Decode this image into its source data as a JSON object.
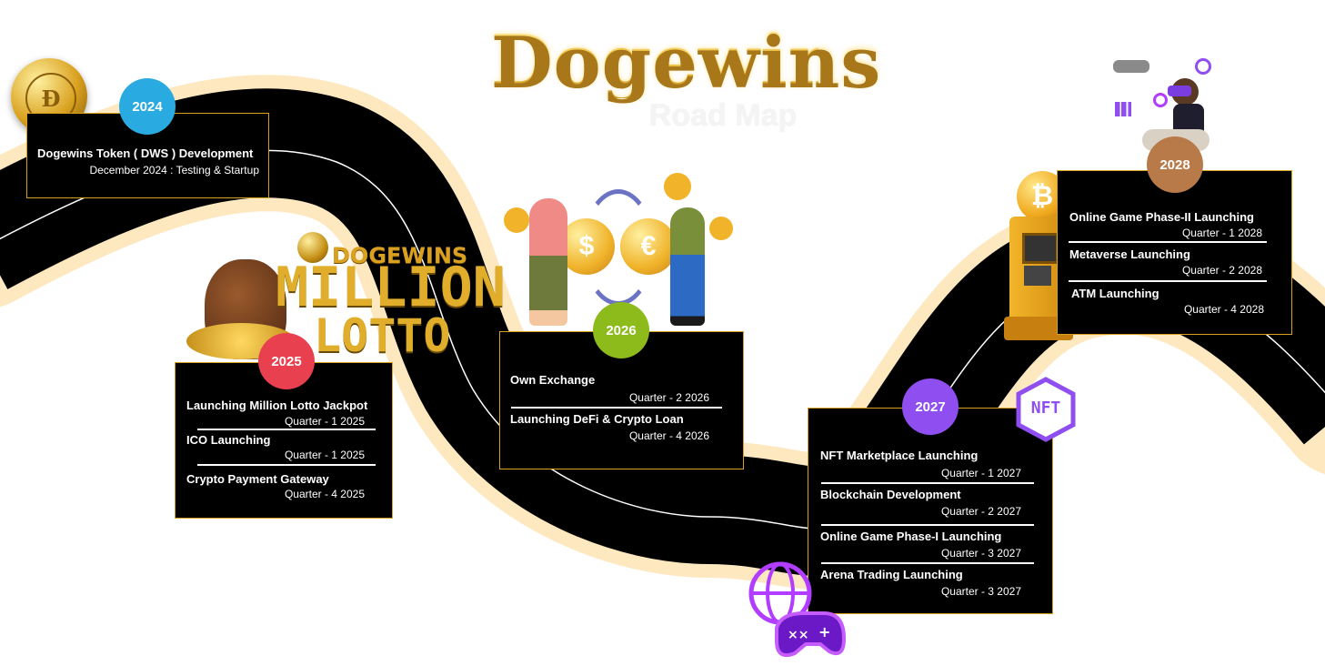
{
  "brand": {
    "title": "Dogewins",
    "subtitle": "Road Map"
  },
  "lotto_logo": {
    "top": "DOGEWINS",
    "line1": "MILLION",
    "line2": "LOTTO"
  },
  "nft_badge": "NFT",
  "currency": {
    "left": "$",
    "right": "€"
  },
  "milestones": [
    {
      "year": "2024",
      "color": "#29abe2",
      "items": [
        {
          "title": "Dogewins Token ( DWS ) Development",
          "sub": "December 2024 : Testing & Startup"
        }
      ]
    },
    {
      "year": "2025",
      "color": "#e8404f",
      "items": [
        {
          "title": "Launching Million Lotto Jackpot",
          "sub": "Quarter - 1 2025"
        },
        {
          "title": "ICO Launching",
          "sub": "Quarter - 1 2025"
        },
        {
          "title": "Crypto Payment Gateway",
          "sub": "Quarter - 4 2025"
        }
      ]
    },
    {
      "year": "2026",
      "color": "#8dbb1c",
      "items": [
        {
          "title": "Own Exchange",
          "sub": "Quarter - 2 2026"
        },
        {
          "title": "Launching DeFi & Crypto Loan",
          "sub": "Quarter - 4 2026"
        }
      ]
    },
    {
      "year": "2027",
      "color": "#8e4ef0",
      "items": [
        {
          "title": "NFT Marketplace Launching",
          "sub": "Quarter - 1 2027"
        },
        {
          "title": "Blockchain Development",
          "sub": "Quarter - 2 2027"
        },
        {
          "title": "Online Game Phase-I Launching",
          "sub": "Quarter - 3 2027"
        },
        {
          "title": "Arena Trading Launching",
          "sub": "Quarter - 3 2027"
        }
      ]
    },
    {
      "year": "2028",
      "color": "#b97a4a",
      "items": [
        {
          "title": "Online Game Phase-II Launching",
          "sub": "Quarter - 1 2028"
        },
        {
          "title": "Metaverse Launching",
          "sub": "Quarter - 2 2028"
        },
        {
          "title": "ATM Launching",
          "sub": "Quarter - 4 2028"
        }
      ]
    }
  ]
}
